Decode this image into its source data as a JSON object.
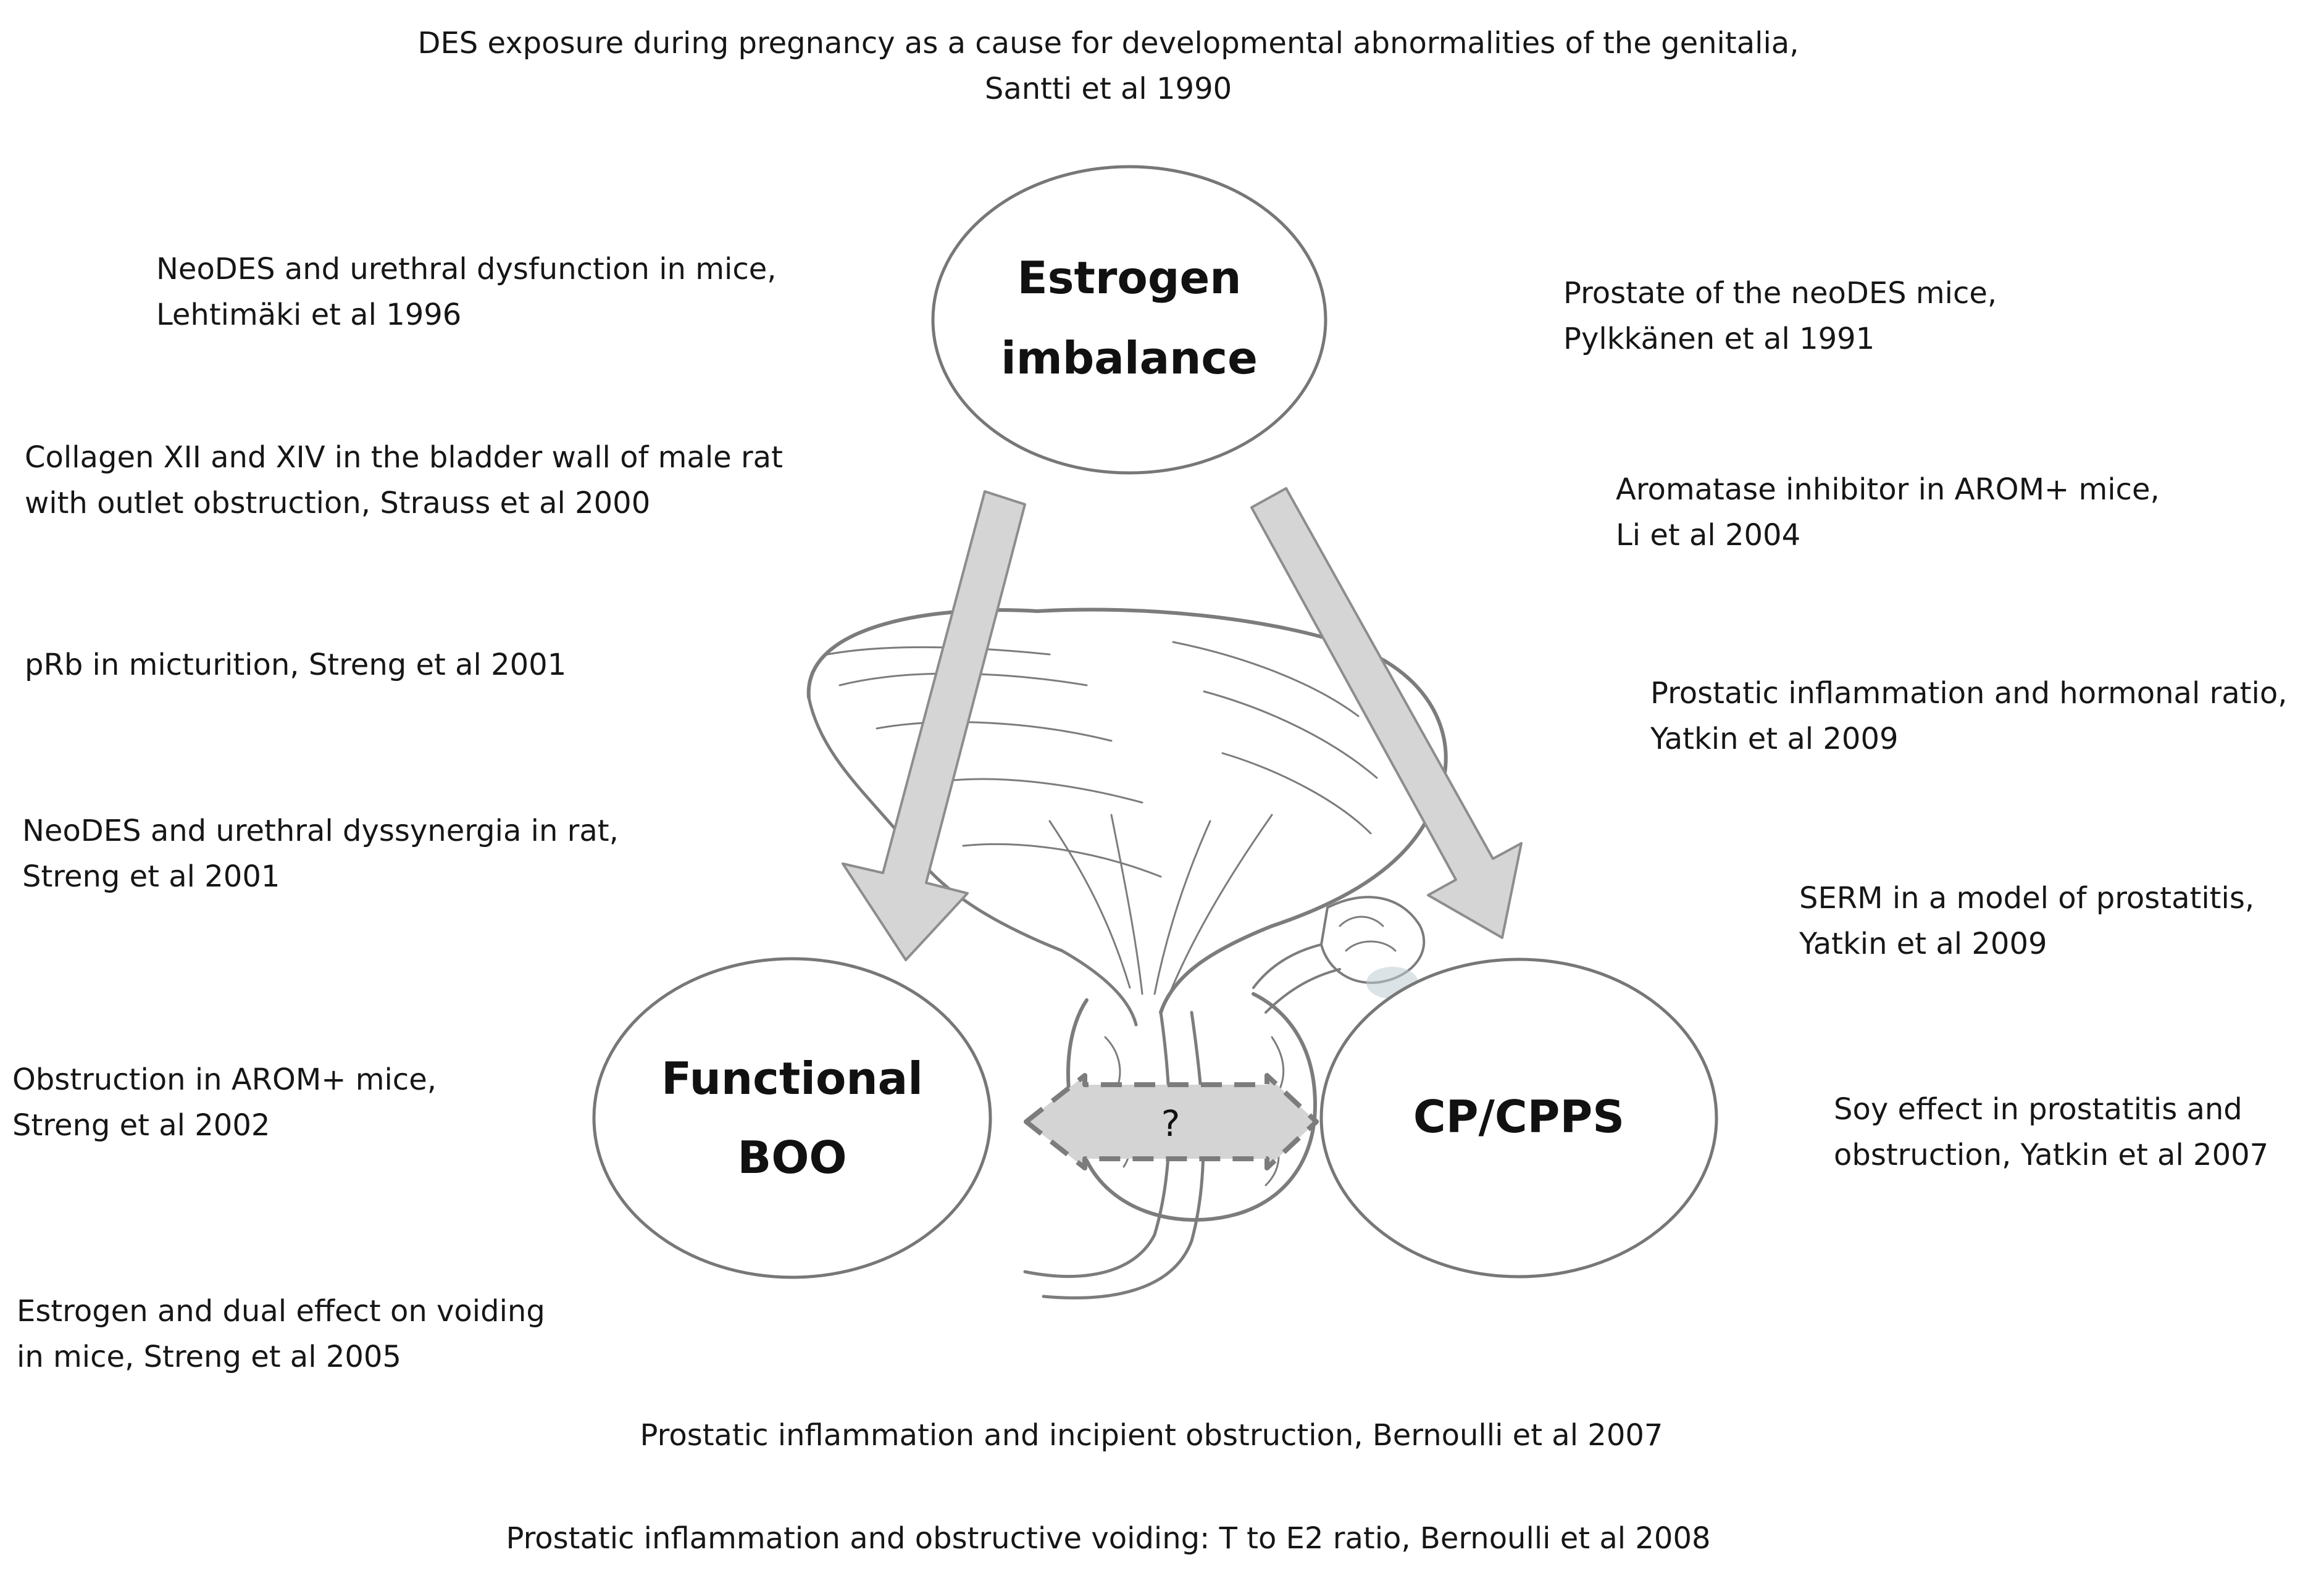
{
  "nodes": {
    "estrogen": [
      "Estrogen",
      "imbalance"
    ],
    "boo": [
      "Functional",
      "BOO"
    ],
    "cpcps": [
      "CP/CPPS"
    ]
  },
  "link_label": "?",
  "refs": {
    "top": [
      "DES exposure during pregnancy as a cause for developmental abnormalities of the genitalia,",
      "Santti et al 1990"
    ],
    "left": [
      [
        "NeoDES and urethral dysfunction in mice,",
        "Lehtimäki et al 1996"
      ],
      [
        "Collagen XII and XIV in the bladder wall of male rat",
        "with outlet obstruction, Strauss et al 2000"
      ],
      [
        "pRb in micturition, Streng et al 2001"
      ],
      [
        "NeoDES and urethral dyssynergia in rat,",
        "Streng et al 2001"
      ],
      [
        "Obstruction in AROM+ mice,",
        "Streng et al 2002"
      ],
      [
        "Estrogen and dual effect on voiding",
        "in mice, Streng et al 2005"
      ]
    ],
    "right": [
      [
        "Prostate of the neoDES mice,",
        "Pylkkänen et al 1991"
      ],
      [
        "Aromatase inhibitor in AROM+ mice,",
        "Li et al 2004"
      ],
      [
        "Prostatic inflammation and hormonal ratio,",
        "Yatkin et al 2009"
      ],
      [
        "SERM in a model of prostatitis,",
        "Yatkin et al 2009"
      ],
      [
        "Soy effect in prostatitis and",
        "obstruction, Yatkin et al 2007"
      ]
    ],
    "bottom": [
      "Prostatic inflammation and incipient obstruction, Bernoulli et al 2007",
      "Prostatic inflammation and obstructive voiding: T to E2 ratio, Bernoulli et al 2008"
    ]
  }
}
